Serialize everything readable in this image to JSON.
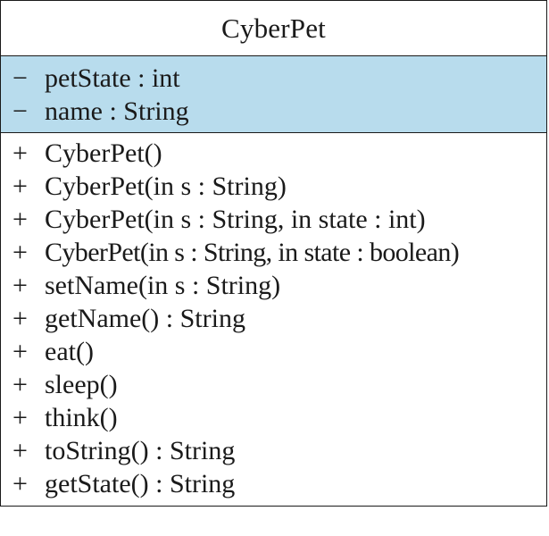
{
  "class": {
    "name": "CyberPet",
    "attributes": [
      {
        "visibility": "−",
        "text": "petState : int"
      },
      {
        "visibility": "−",
        "text": "name : String"
      }
    ],
    "operations": [
      {
        "visibility": "+",
        "text": "CyberPet()"
      },
      {
        "visibility": "+",
        "text": "CyberPet(in s : String)"
      },
      {
        "visibility": "+",
        "text": "CyberPet(in s : String, in state : int)"
      },
      {
        "visibility": "+",
        "text": "CyberPet(in s : String, in state : boolean)"
      },
      {
        "visibility": "+",
        "text": "setName(in s : String)"
      },
      {
        "visibility": "+",
        "text": "getName() : String"
      },
      {
        "visibility": "+",
        "text": "eat()"
      },
      {
        "visibility": "+",
        "text": "sleep()"
      },
      {
        "visibility": "+",
        "text": "think()"
      },
      {
        "visibility": "+",
        "text": "toString() : String"
      },
      {
        "visibility": "+",
        "text": "getState() : String"
      }
    ]
  },
  "colors": {
    "attributes_background": "#b8dced",
    "border": "#1a1a1a",
    "text": "#1a1a1a"
  }
}
